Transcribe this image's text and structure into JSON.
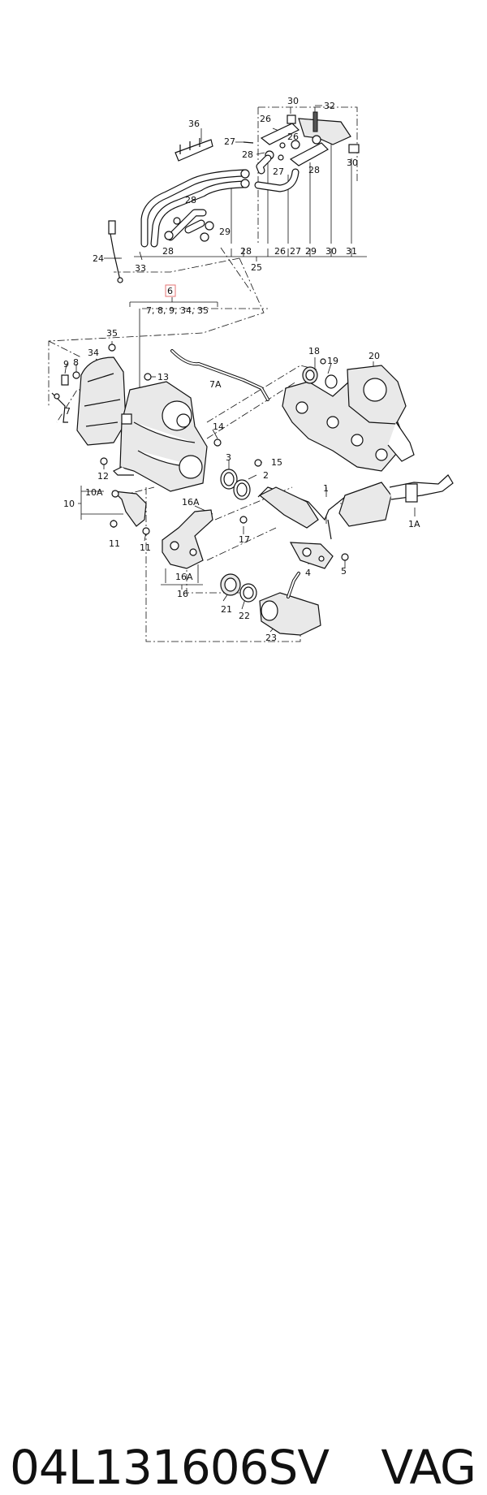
{
  "footer": {
    "part_number": "04L131606SV",
    "brand": "VAG"
  },
  "diagram": {
    "callouts": {
      "c1": "1",
      "c1A": "1A",
      "c2": "2",
      "c3": "3",
      "c4": "4",
      "c5": "5",
      "c6": "6",
      "c6_list": "7, 8, 9, 34, 35",
      "c7": "7",
      "c7A": "7A",
      "c8": "8",
      "c9": "9",
      "c10": "10",
      "c10A": "10A",
      "c11a": "11",
      "c11b": "11",
      "c12": "12",
      "c13": "13",
      "c14": "14",
      "c15": "15",
      "c16": "16",
      "c16A_top": "16A",
      "c16A_bottom": "16A",
      "c17": "17",
      "c18": "18",
      "c19": "19",
      "c20": "20",
      "c21": "21",
      "c22": "22",
      "c23": "23",
      "c24": "24",
      "c25": "25",
      "c26_top": "26",
      "c26_mid": "26",
      "c26_bottom": "26",
      "c27_top": "27",
      "c27_mid": "27",
      "c27_bottom": "27",
      "c28_top": "28",
      "c28_mid": "28",
      "c28_right": "28",
      "c28_bl": "28",
      "c28_bm": "28",
      "c29_mid": "29",
      "c29_bottom": "29",
      "c30_top": "30",
      "c30_right": "30",
      "c30_bottom": "30",
      "c31": "31",
      "c32": "32",
      "c33": "33",
      "c34": "34",
      "c35": "35",
      "c36": "36"
    }
  }
}
